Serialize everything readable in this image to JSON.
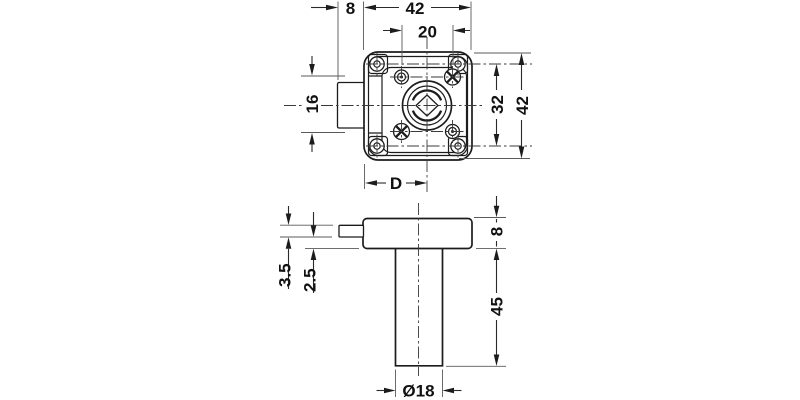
{
  "colors": {
    "line": "#1c1c1c",
    "background": "#ffffff"
  },
  "drawing": {
    "top_view": {
      "dim_bolt_throw": "8",
      "dim_body_width": "42",
      "dim_hole_spacing": "20",
      "dim_bolt_height": "16",
      "dim_screw_hole_spacing": "32",
      "dim_body_height": "42",
      "dim_backset": "D"
    },
    "side_view": {
      "dim_bolt_top_offset": "3.5",
      "dim_bolt_bottom_offset": "2.5",
      "dim_case_depth": "8",
      "dim_cylinder_length": "45",
      "dim_cylinder_diameter": "Ø18"
    }
  }
}
